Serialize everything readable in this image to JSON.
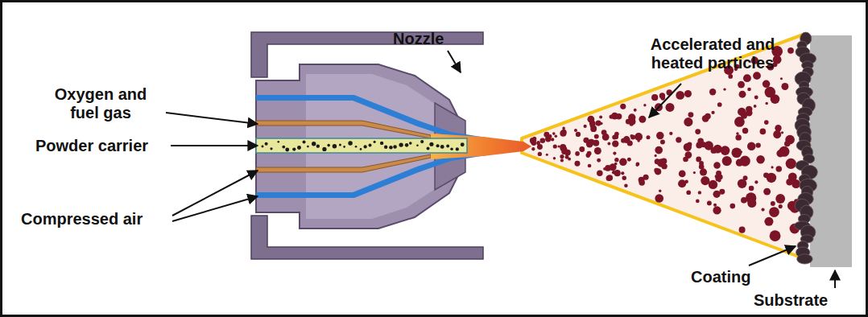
{
  "diagram": {
    "labels": [
      "Oxygen and fuel gas",
      "Powder carrier",
      "Compressed air",
      "Nozzle",
      "Accelerated and heated particles",
      "Coating",
      "Substrate"
    ]
  }
}
